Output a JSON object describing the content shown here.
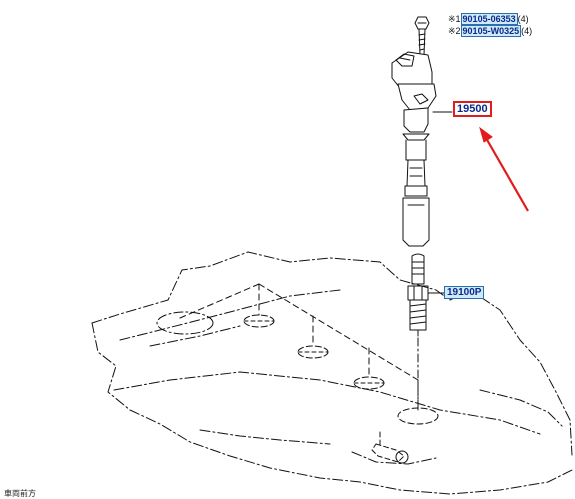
{
  "callouts": {
    "bolt1_mark": "※1",
    "bolt1_part": "90105-06353",
    "bolt1_qty": "(4)",
    "bolt2_mark": "※2",
    "bolt2_part": "90105-W0325",
    "bolt2_qty": "(4)",
    "coil_part": "19500",
    "plug_part": "19100P"
  },
  "footer_text": "車両前方",
  "colors": {
    "highlight": "#e21b1b",
    "part_fill": "#cfe9f7",
    "part_border": "#2a6fb0",
    "part_text": "#0a2a8a"
  }
}
